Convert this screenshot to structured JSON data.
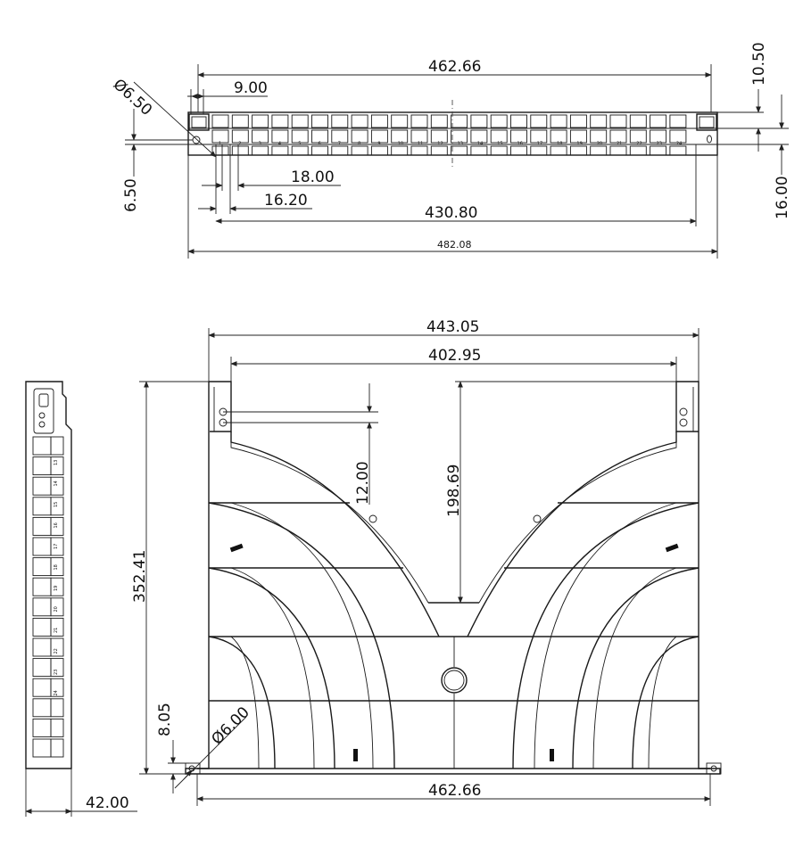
{
  "top_view": {
    "dims": {
      "overall_top": "462.66",
      "hole_dia": "Ø6.50",
      "hole_offset": "9.00",
      "right_height": "10.50",
      "left_offset": "6.50",
      "pitch_18": "18.00",
      "pitch_16": "16.20",
      "port_span": "430.80",
      "total_width": "482.08",
      "right_depth": "16.00"
    },
    "port_numbers": [
      "1",
      "2",
      "3",
      "4",
      "5",
      "6",
      "7",
      "8",
      "9",
      "10",
      "11",
      "12",
      "13",
      "14",
      "15",
      "16",
      "17",
      "18",
      "19",
      "20",
      "21",
      "22",
      "23",
      "24"
    ]
  },
  "side_view": {
    "dims": {
      "depth": "42.00"
    },
    "port_numbers": [
      "13",
      "14",
      "15",
      "16",
      "17",
      "18",
      "19",
      "20",
      "21",
      "22",
      "23",
      "24"
    ]
  },
  "plan_view": {
    "dims": {
      "outer_width": "443.05",
      "inner_width": "402.95",
      "offset_12": "12.00",
      "arc_depth": "198.69",
      "height": "352.41",
      "bottom_offset": "8.05",
      "mount_hole": "Ø6.00",
      "bottom_width": "462.66"
    }
  },
  "colors": {
    "line": "#1a1a1a",
    "background": "#ffffff"
  }
}
